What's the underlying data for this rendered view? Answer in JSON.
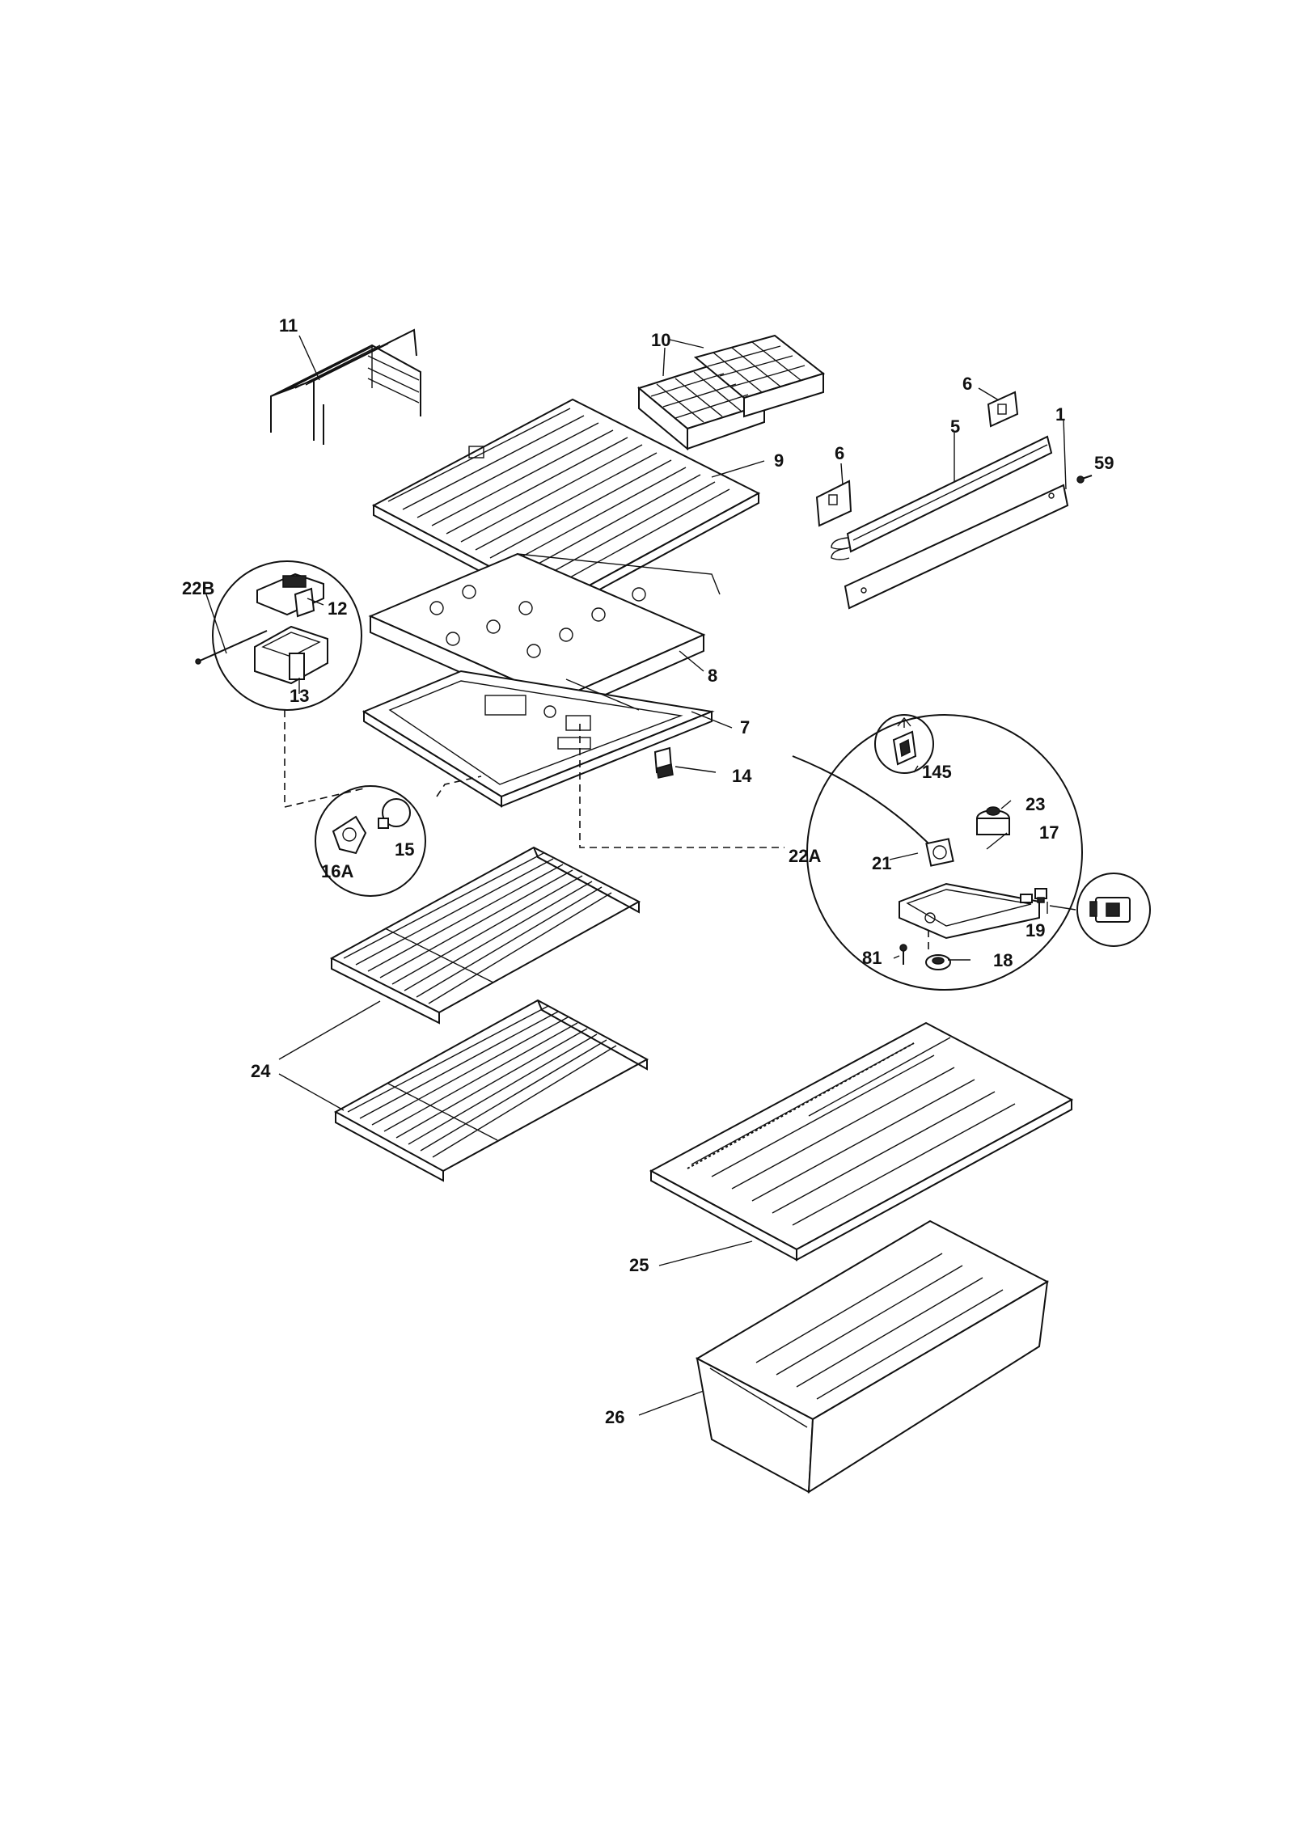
{
  "callouts": {
    "c11": "11",
    "c10": "10",
    "c6a": "6",
    "c5": "5",
    "c1": "1",
    "c59": "59",
    "c6b": "6",
    "c9": "9",
    "c22b": "22B",
    "c12": "12",
    "c13": "13",
    "c8": "8",
    "c7": "7",
    "c14": "14",
    "c145": "145",
    "c23": "23",
    "c22a": "22A",
    "c17": "17",
    "c21": "21",
    "c16a": "16A",
    "c15": "15",
    "c19": "19",
    "c81": "81",
    "c18": "18",
    "c24": "24",
    "c25": "25",
    "c26": "26"
  },
  "colors": {
    "line": "#111111",
    "background": "#ffffff"
  }
}
